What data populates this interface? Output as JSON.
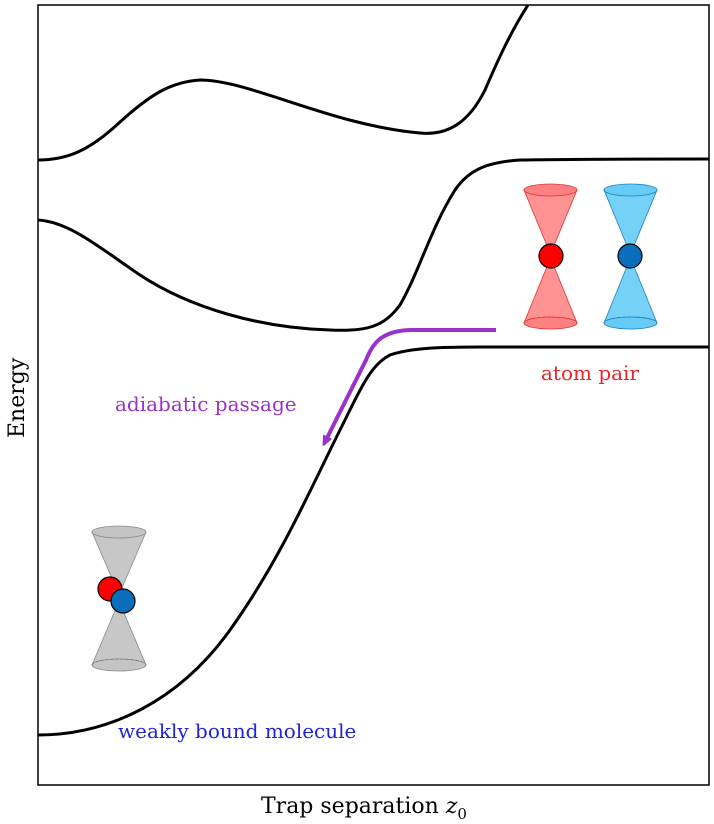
{
  "axes": {
    "x_label_prefix": "Trap separation ",
    "x_label_symbol": "z",
    "x_label_subscript": "0",
    "y_label": "Energy"
  },
  "annotations": {
    "atom_pair": "atom pair",
    "adiabatic_passage": "adiabatic passage",
    "molecule": "weakly bound molecule"
  },
  "colors": {
    "curve": "#000000",
    "atom_pair_text": "#e8262a",
    "passage_arrow": "#9932cc",
    "molecule_text": "#1f25d6",
    "red_trap": "#ff8080",
    "blue_trap": "#66ccf5",
    "gray_trap": "#c4c4c4",
    "red_atom": "#ff0000",
    "blue_atom": "#0a6ebd"
  },
  "icons": [
    "red-optical-trap-icon",
    "blue-optical-trap-icon",
    "gray-optical-trap-icon",
    "red-atom-icon",
    "blue-atom-icon"
  ]
}
